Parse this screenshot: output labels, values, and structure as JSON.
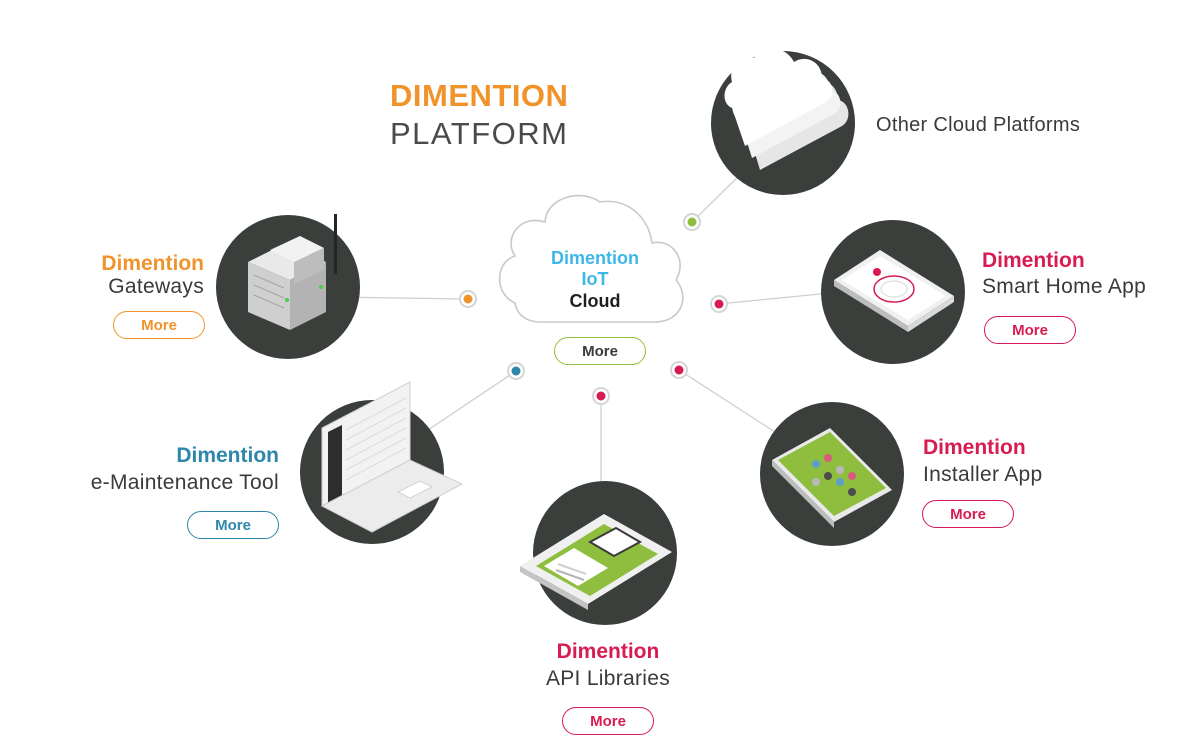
{
  "title": {
    "line1": "DIMENTION",
    "line2": "PLATFORM"
  },
  "colors": {
    "orange": "#f0932b",
    "blue": "#2e86ab",
    "red": "#d81b51",
    "cyan": "#3bb8e8",
    "green": "#8fbe3f",
    "dark": "#3a3f3b"
  },
  "center": {
    "line1": "Dimention",
    "line2": "IoT",
    "line3": "Cloud",
    "more": "More"
  },
  "nodes": {
    "cloud_platforms": {
      "label": "Other Cloud Platforms"
    },
    "gateways": {
      "brand": "Dimention",
      "label": "Gateways",
      "more": "More"
    },
    "smart_home": {
      "brand": "Dimention",
      "label": "Smart Home App",
      "more": "More"
    },
    "maintenance": {
      "brand": "Dimention",
      "label": "e-Maintenance Tool",
      "more": "More"
    },
    "installer": {
      "brand": "Dimention",
      "label": "Installer App",
      "more": "More"
    },
    "api": {
      "brand": "Dimention",
      "label": "API Libraries",
      "more": "More"
    }
  },
  "icons": [
    "cloud-stack-icon",
    "gateway-device-icon",
    "smartphone-icon",
    "laptop-icon",
    "tablet-icon",
    "phone-grid-icon"
  ]
}
